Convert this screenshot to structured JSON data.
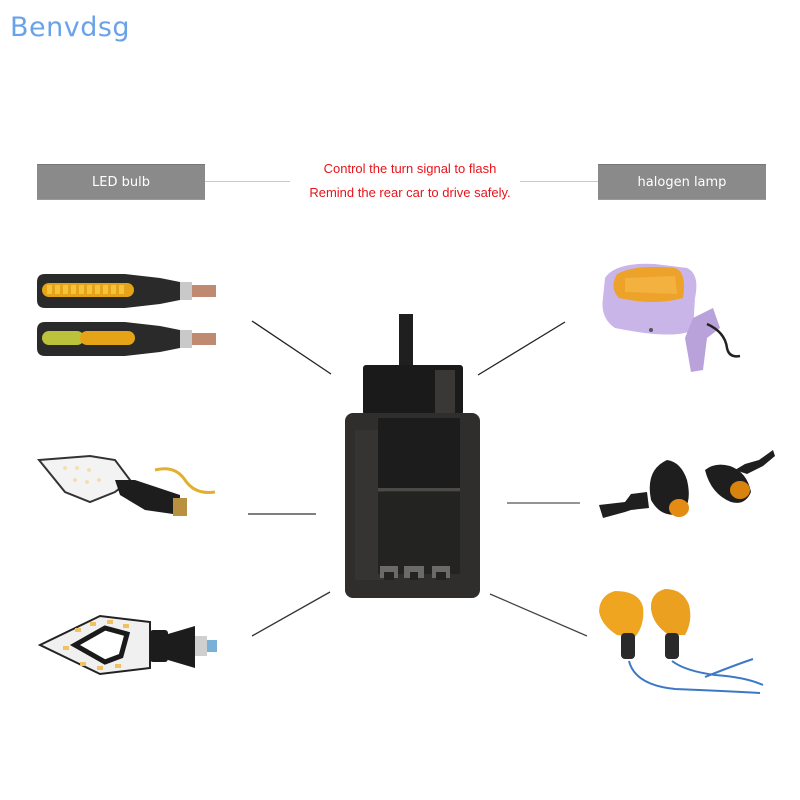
{
  "brand": {
    "name": "Benvdsg",
    "color": "#6aa2ea"
  },
  "header": {
    "left_tag": "LED bulb",
    "right_tag": "halogen lamp",
    "caption_line_1": "Control the turn signal to flash",
    "caption_line_2": "Remind the rear car to drive safely.",
    "caption_color": "#e8131b",
    "tag_color": "#8a8a8a"
  },
  "center_product": {
    "name": "flasher-relay",
    "color": "#2e2d2b"
  },
  "left_items": [
    {
      "name": "sequential-led-turn-signals",
      "type": "LED bulb"
    },
    {
      "name": "arrow-led-turn-signal",
      "type": "LED bulb"
    },
    {
      "name": "ring-led-turn-signal",
      "type": "LED bulb"
    }
  ],
  "right_items": [
    {
      "name": "chrome-mirror-turn-signal",
      "type": "halogen lamp"
    },
    {
      "name": "bullet-turn-signals",
      "type": "halogen lamp"
    },
    {
      "name": "amber-diamond-turn-signals",
      "type": "halogen lamp"
    }
  ]
}
